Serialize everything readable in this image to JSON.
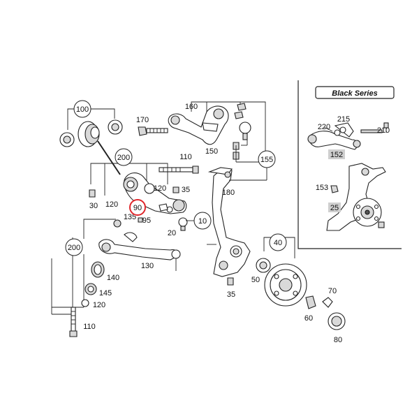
{
  "panel": {
    "title": "Black Series"
  },
  "callouts": {
    "c10": "10",
    "c40": "40",
    "c90": "90",
    "c100": "100",
    "c155": "155",
    "c160": "160",
    "c200a": "200",
    "c200b": "200"
  },
  "labels": {
    "l20": "20",
    "l25": "25",
    "l30": "30",
    "l35a": "35",
    "l35b": "35",
    "l50": "50",
    "l60": "60",
    "l70": "70",
    "l80": "80",
    "l95": "95",
    "l110a": "110",
    "l110b": "110",
    "l120a": "120",
    "l120b": "120",
    "l120c": "120",
    "l130": "130",
    "l135": "135",
    "l140": "140",
    "l145": "145",
    "l150": "150",
    "l152": "152",
    "l153": "153",
    "l170": "170",
    "l180": "180",
    "l210": "210",
    "l215": "215",
    "l220": "220"
  },
  "highlight_color": "#e0262b"
}
